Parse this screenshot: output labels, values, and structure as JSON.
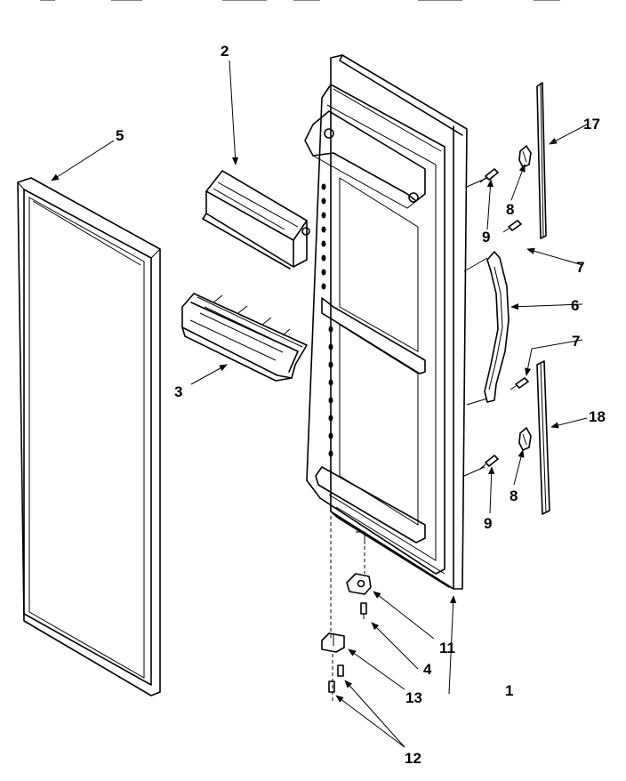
{
  "callouts": {
    "door": "1",
    "shelf_cover": "2",
    "door_bin": "3",
    "screw_lower": "4",
    "gasket": "5",
    "handle": "6",
    "screw_handle_upper": "7",
    "screw_handle_lower": "7",
    "clip_upper": "8",
    "clip_lower": "8",
    "screw_trim_upper": "9",
    "screw_trim_lower": "9",
    "hinge_bracket": "11",
    "screws_hinge": "12",
    "hinge_cam": "13",
    "trim_upper": "17",
    "trim_lower": "18"
  }
}
